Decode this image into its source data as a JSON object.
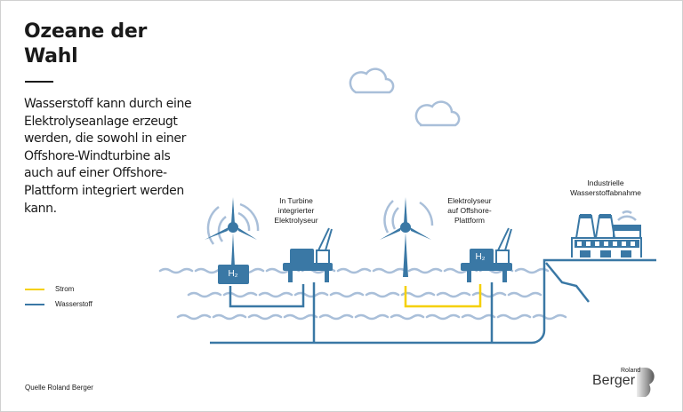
{
  "title_line1": "Ozeane der",
  "title_line2": "Wahl",
  "description": "Wasserstoff kann durch eine Elektrolyseanlage erzeugt werden, die sowohl in einer Offshore-Windturbine als auch auf einer Offshore-Plattform integriert werden kann.",
  "legend": [
    {
      "label": "Strom",
      "color": "#f5d000"
    },
    {
      "label": "Wasserstoff",
      "color": "#3a78a5"
    }
  ],
  "labels": {
    "turbine": [
      "In Turbine",
      "integrierter",
      "Elektrolyseur"
    ],
    "platform": [
      "Elektrolyseur",
      "auf Offshore-",
      "Plattform"
    ],
    "industry": [
      "Industrielle",
      "Wasserstoffabnahme"
    ],
    "h2": "H₂"
  },
  "source": "Quelle Roland Berger",
  "logo": {
    "top": "Roland",
    "main": "Berger"
  }
}
